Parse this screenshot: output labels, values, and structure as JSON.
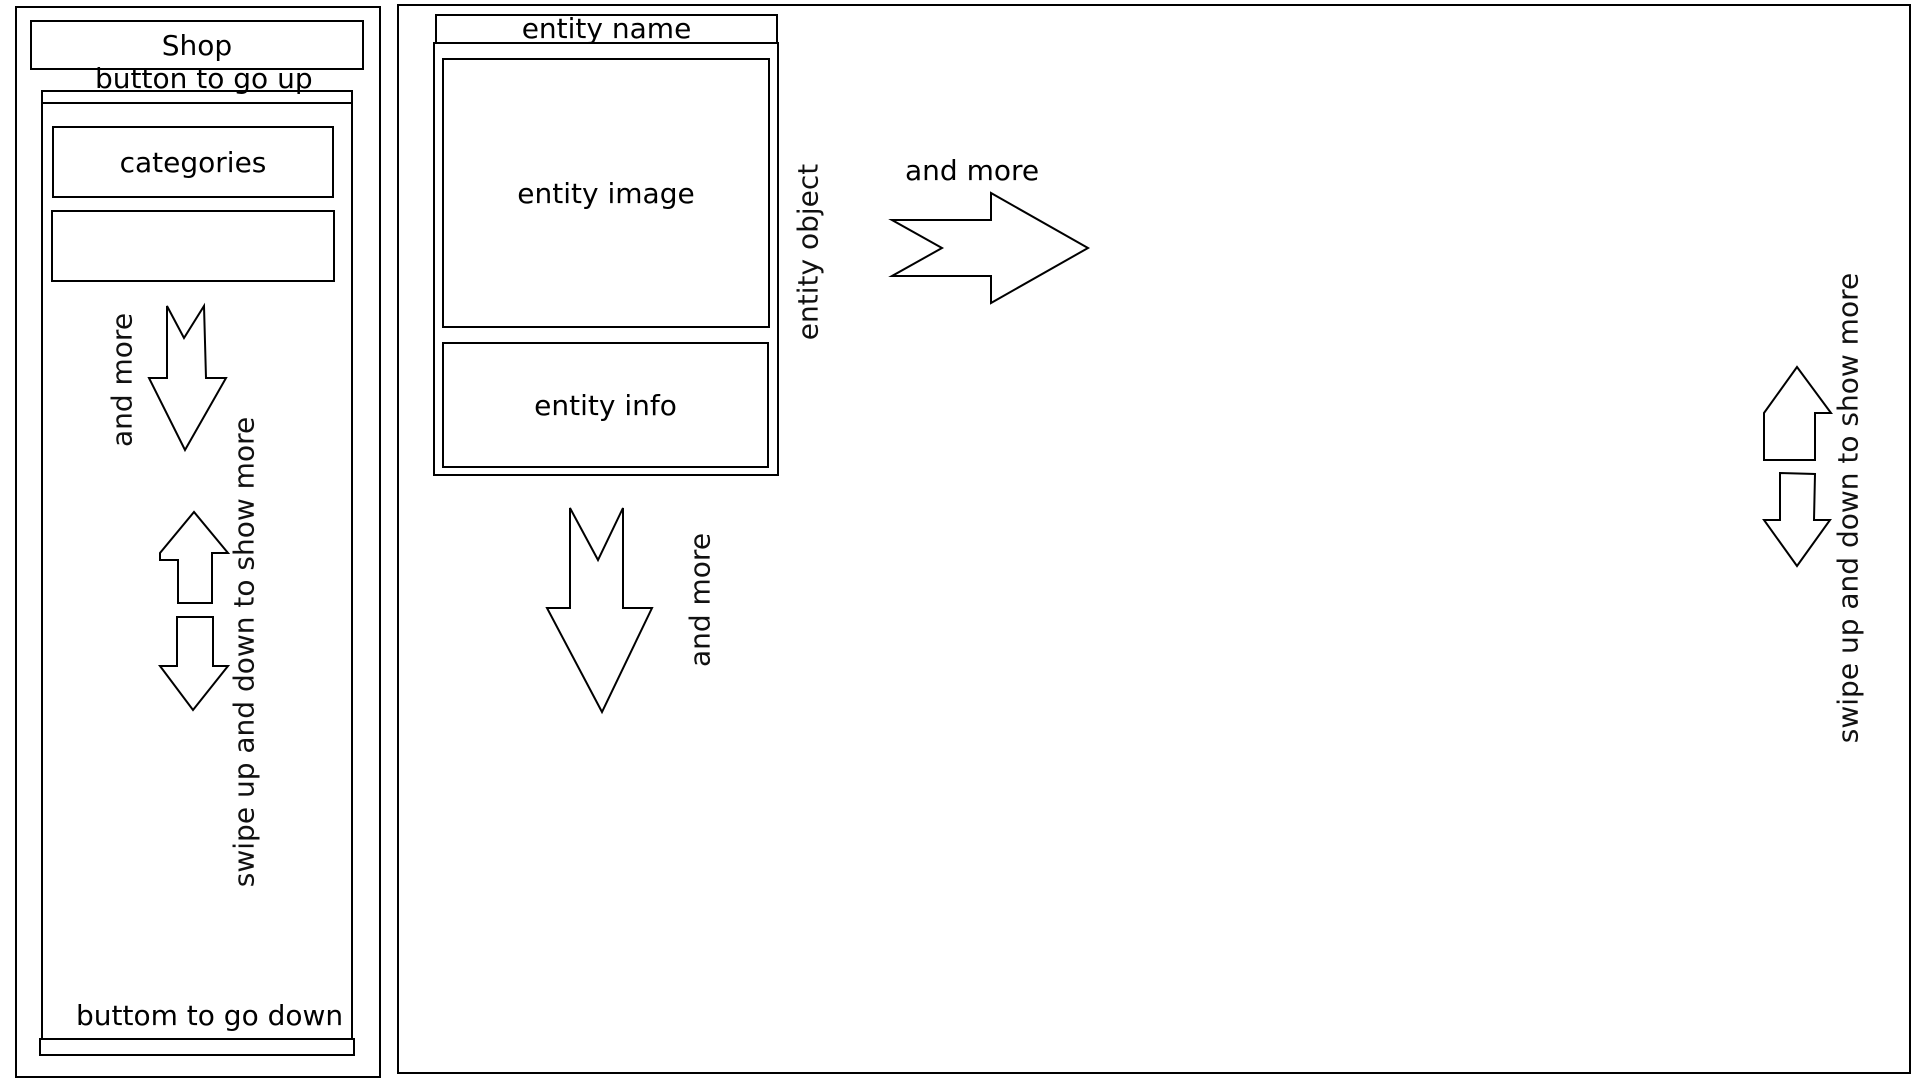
{
  "sidebar": {
    "shop_label": "Shop",
    "up_button_label": "button to go up",
    "categories_label": "categories",
    "empty_slot_label": "",
    "more_label": "and more",
    "swipe_label": "swipe up and down to show more",
    "down_button_label": "buttom to go down"
  },
  "main": {
    "entity": {
      "name_label": "entity name",
      "image_label": "entity image",
      "info_label": "entity info",
      "object_label": "entity object"
    },
    "more_right_label": "and more",
    "more_down_label": "and more",
    "swipe_label": "swipe up and down to show more"
  },
  "icons": {
    "down_arrow": "arrow-down-icon",
    "right_arrow": "arrow-right-icon",
    "updown_arrow": "arrows-up-down-icon"
  }
}
